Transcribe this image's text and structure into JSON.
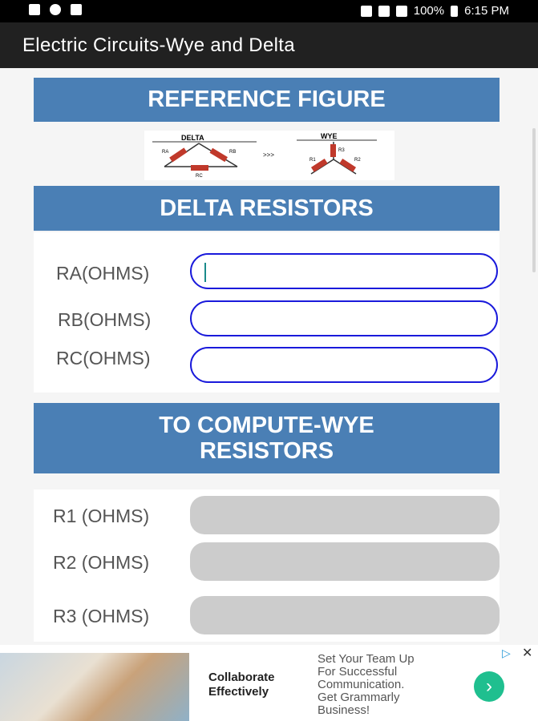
{
  "status_bar": {
    "battery": "100%",
    "time": "6:15 PM"
  },
  "app_bar": {
    "title": "Electric Circuits-Wye and Delta"
  },
  "reference": {
    "header": "REFERENCE FIGURE",
    "delta_label": "DELTA",
    "wye_label": "WYE",
    "arrow": ">>>",
    "ra": "RA",
    "rb": "RB",
    "rc": "RC",
    "r1": "R1",
    "r2": "R2",
    "r3": "R3"
  },
  "delta": {
    "header": "DELTA RESISTORS",
    "ra_label": "RA(OHMS)",
    "rb_label": "RB(OHMS)",
    "rc_label": "RC(OHMS)",
    "ra_value": "",
    "rb_value": "",
    "rc_value": ""
  },
  "wye": {
    "header_line1": "TO COMPUTE-WYE",
    "header_line2": "RESISTORS",
    "r1_label": "R1 (OHMS)",
    "r2_label": "R2 (OHMS)",
    "r3_label": "R3 (OHMS)"
  },
  "ad": {
    "headline_line1": "Collaborate",
    "headline_line2": "Effectively",
    "body_line1": "Set Your Team Up",
    "body_line2": "For Successful",
    "body_line3": "Communication.",
    "body_line4": "Get Grammarly",
    "body_line5": "Business!",
    "go_symbol": "›",
    "adchoices_symbol": "▷",
    "close_symbol": "✕"
  },
  "colors": {
    "header_blue": "#4a7fb5",
    "input_border": "#1a1adb",
    "output_fill": "#cccccc",
    "ad_button": "#1fbf8f"
  }
}
